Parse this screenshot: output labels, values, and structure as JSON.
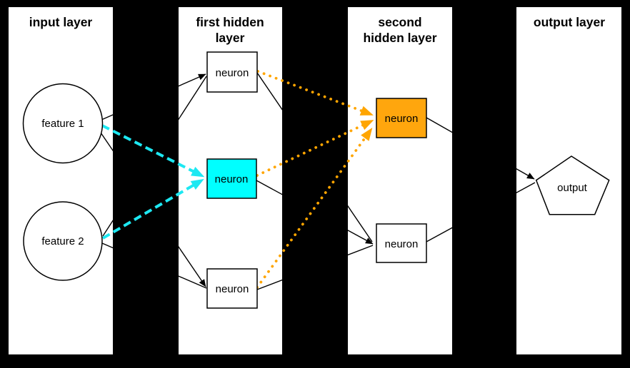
{
  "diagram": {
    "type": "neural-network-architecture",
    "colors": {
      "background": "#000000",
      "panel": "#ffffff",
      "edge_black": "#000000",
      "neuron_cyan": "#00ffff",
      "arrow_cyan": "#1de8f2",
      "neuron_orange": "#ffa60d",
      "arrow_orange": "#ffa500"
    },
    "layers": {
      "input": {
        "title": "input layer",
        "node_top": "feature 1",
        "node_bottom": "feature 2"
      },
      "hidden1": {
        "title_line1": "first hidden",
        "title_line2": "layer",
        "node_top": "neuron",
        "node_middle": "neuron",
        "node_bottom": "neuron"
      },
      "hidden2": {
        "title_line1": "second",
        "title_line2": "hidden layer",
        "node_top": "neuron",
        "node_bottom": "neuron"
      },
      "output": {
        "title": "output layer",
        "node": "output"
      }
    },
    "edges": [
      {
        "from": "input.feature1",
        "to": "hidden1.neuron-top",
        "style": "solid-black-arrow"
      },
      {
        "from": "input.feature1",
        "to": "hidden1.neuron-middle",
        "style": "dashed-cyan-arrow"
      },
      {
        "from": "input.feature1",
        "to": "hidden1.neuron-bottom",
        "style": "solid-black-arrow"
      },
      {
        "from": "input.feature2",
        "to": "hidden1.neuron-top",
        "style": "solid-black-arrow"
      },
      {
        "from": "input.feature2",
        "to": "hidden1.neuron-middle",
        "style": "dashed-cyan-arrow"
      },
      {
        "from": "input.feature2",
        "to": "hidden1.neuron-bottom",
        "style": "solid-black-arrow"
      },
      {
        "from": "hidden1.neuron-top",
        "to": "hidden2.neuron-top",
        "style": "dotted-orange-arrow"
      },
      {
        "from": "hidden1.neuron-middle",
        "to": "hidden2.neuron-top",
        "style": "dotted-orange-arrow"
      },
      {
        "from": "hidden1.neuron-bottom",
        "to": "hidden2.neuron-top",
        "style": "dotted-orange-arrow"
      },
      {
        "from": "hidden1.neuron-top",
        "to": "hidden2.neuron-bottom",
        "style": "solid-black-arrow"
      },
      {
        "from": "hidden1.neuron-middle",
        "to": "hidden2.neuron-bottom",
        "style": "solid-black-arrow"
      },
      {
        "from": "hidden1.neuron-bottom",
        "to": "hidden2.neuron-bottom",
        "style": "solid-black-arrow"
      },
      {
        "from": "hidden2.neuron-top",
        "to": "output.output",
        "style": "solid-black-arrow"
      },
      {
        "from": "hidden2.neuron-bottom",
        "to": "output.output",
        "style": "solid-black-arrow"
      }
    ]
  }
}
